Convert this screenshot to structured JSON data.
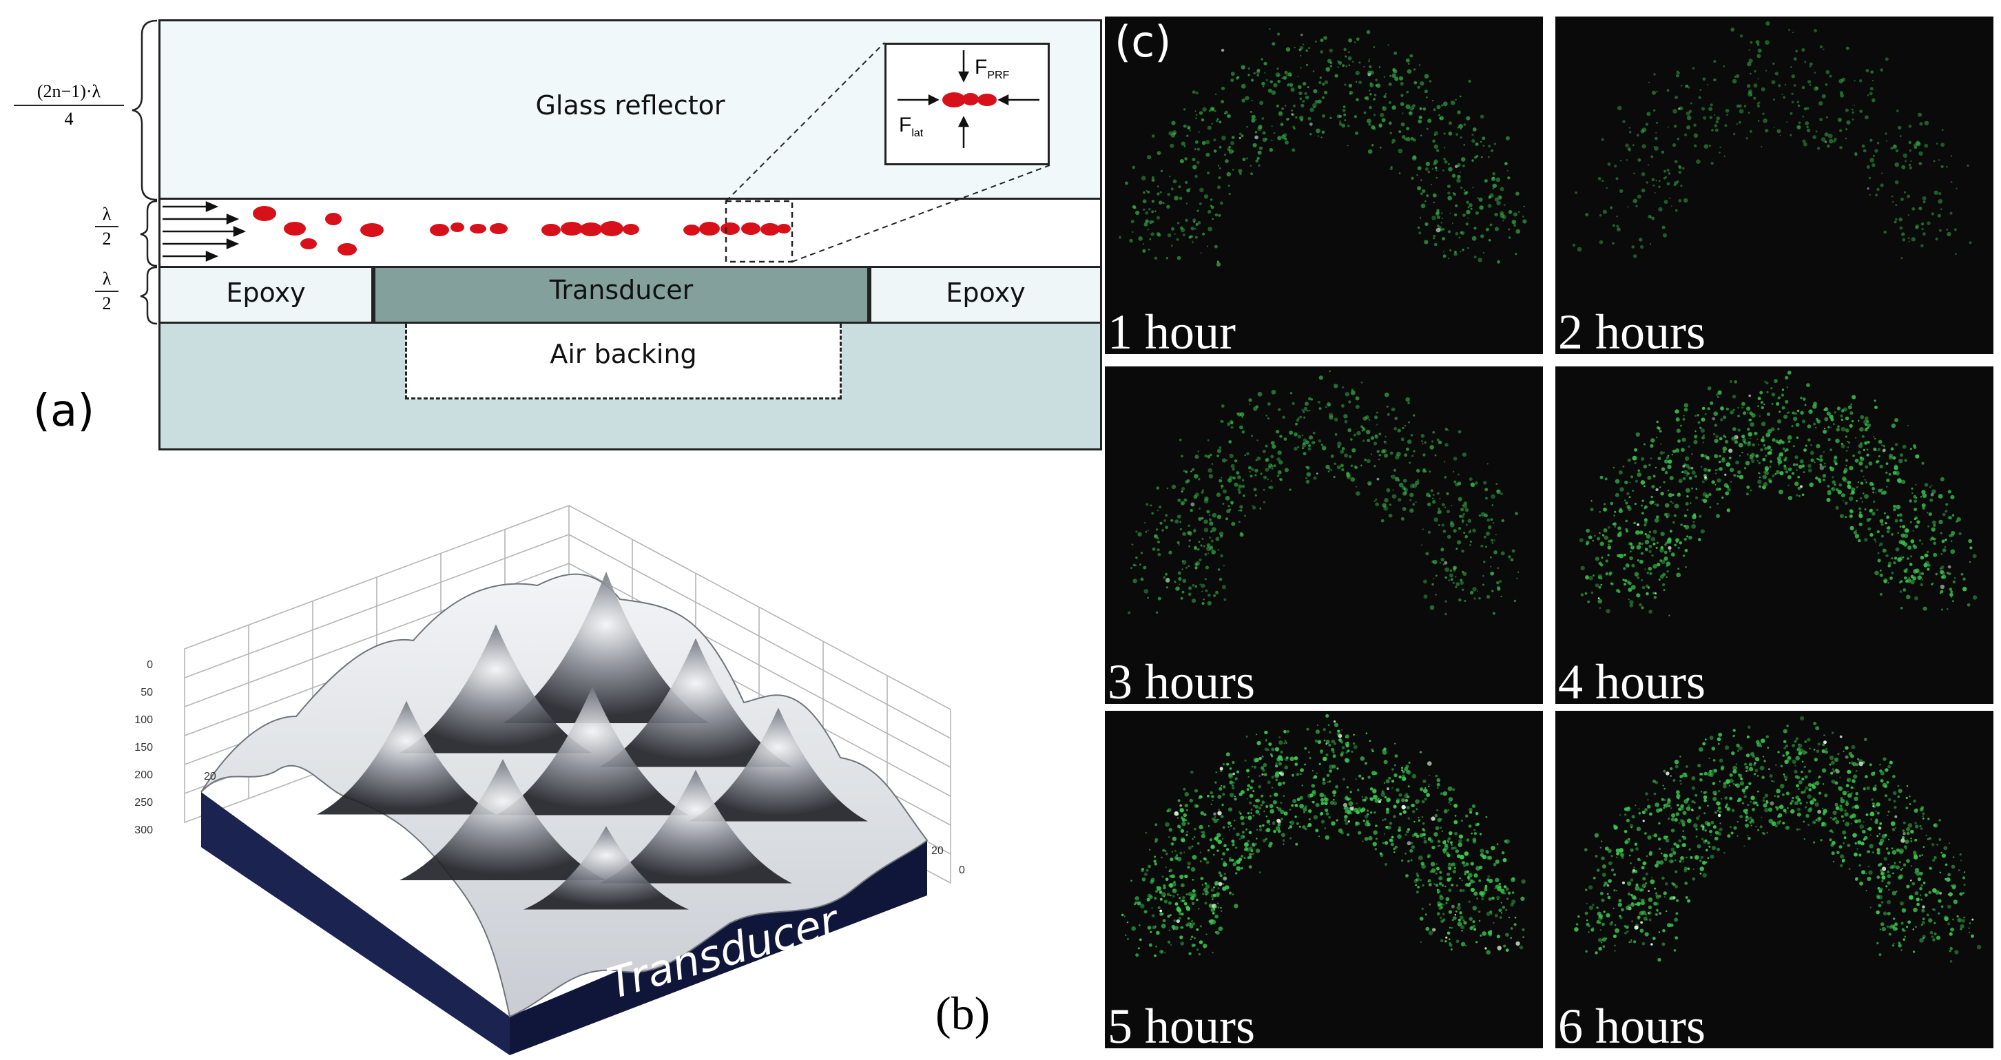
{
  "panel_a": {
    "label": "(a)",
    "glass_reflector": "Glass reflector",
    "epoxy_left": "Epoxy",
    "epoxy_right": "Epoxy",
    "transducer": "Transducer",
    "air_backing": "Air backing",
    "dim_reflector_numerator": "(2n−1)·λ",
    "dim_reflector_denominator": "4",
    "dim_channel_numerator": "λ",
    "dim_channel_denominator": "2",
    "dim_layer_numerator": "λ",
    "dim_layer_denominator": "2",
    "inset_force_prf": "F",
    "inset_force_prf_sub": "PRF",
    "inset_force_lat": "F",
    "inset_force_lat_sub": "lat",
    "particle_color": "#d8101a"
  },
  "panel_b": {
    "label": "(b)",
    "base_label": "Transducer",
    "base_color": "#1b2350",
    "vertical_ticks": [
      "0",
      "50",
      "100",
      "150",
      "200",
      "250",
      "300"
    ],
    "left_axis_ticks": [
      "20"
    ],
    "right_axis_ticks": [
      "20",
      "0"
    ]
  },
  "panel_c": {
    "label": "(c)",
    "fluorescence_color": "#3cc850",
    "images": [
      {
        "label": "1 hour",
        "intensity": 0.45
      },
      {
        "label": "2 hours",
        "intensity": 0.15
      },
      {
        "label": "3 hours",
        "intensity": 0.45
      },
      {
        "label": "4 hours",
        "intensity": 0.85
      },
      {
        "label": "5 hours",
        "intensity": 1.0
      },
      {
        "label": "6 hours",
        "intensity": 0.95
      }
    ]
  }
}
